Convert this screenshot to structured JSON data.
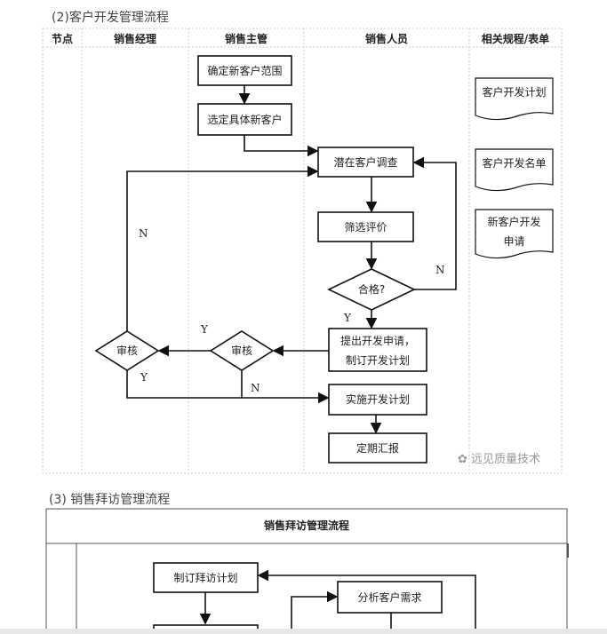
{
  "section2": {
    "title": "(2)客户开发管理流程",
    "headers": [
      "节点",
      "销售经理",
      "销售主管",
      "销售人员",
      "相关规程/表单"
    ],
    "steps": {
      "s1": "确定新客户范围",
      "s2": "选定具体新客户",
      "s3": "潜在客户调查",
      "s4": "筛选评价",
      "d1": "合格?",
      "s5a": "提出开发申请，",
      "s5b": "制订开发计划",
      "d2": "审核",
      "d3": "审核",
      "s6": "实施开发计划",
      "s7": "定期汇报"
    },
    "docs": [
      "客户开发计划",
      "客户开发名单",
      "新客户开发",
      "申请"
    ],
    "labels": {
      "n1": "N",
      "n2": "N",
      "n3": "N",
      "y1": "Y",
      "y2": "Y",
      "y3": "Y"
    },
    "watermark": "远见质量技术"
  },
  "section3": {
    "title": "(3) 销售拜访管理流程",
    "table_title": "销售拜访管理流程",
    "steps": {
      "s1": "制订拜访计划",
      "s2": "分析客户需求"
    }
  }
}
